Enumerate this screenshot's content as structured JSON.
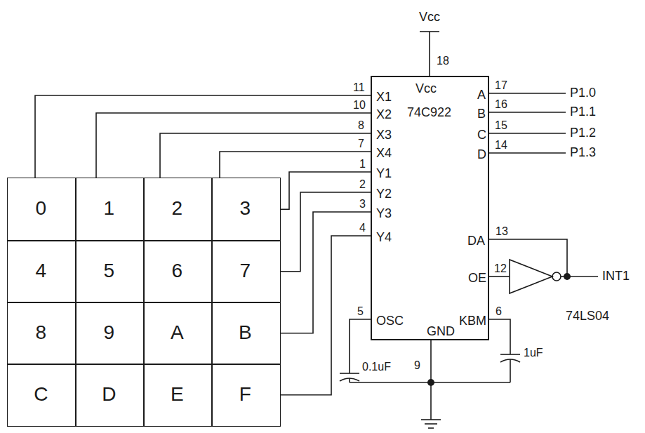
{
  "diagram": {
    "nodes": [
      {
        "text": [
          "Vcc",
          "74C922",
          "X1",
          "X2",
          "X3",
          "X4",
          "Y1",
          "Y2",
          "Y3",
          "Y4",
          "A",
          "B",
          "C",
          "D",
          "DA",
          "OE",
          "OSC",
          "GND",
          "KBM"
        ]
      },
      {
        "text": [
          "0"
        ]
      },
      {
        "text": [
          "1"
        ]
      },
      {
        "text": [
          "2"
        ]
      },
      {
        "text": [
          "3"
        ]
      },
      {
        "text": [
          "4"
        ]
      },
      {
        "text": [
          "5"
        ]
      },
      {
        "text": [
          "6"
        ]
      },
      {
        "text": [
          "7"
        ]
      },
      {
        "text": [
          "8"
        ]
      },
      {
        "text": [
          "9"
        ]
      },
      {
        "text": [
          "A"
        ]
      },
      {
        "text": [
          "B"
        ]
      },
      {
        "text": [
          "C"
        ]
      },
      {
        "text": [
          "D"
        ]
      },
      {
        "text": [
          "E"
        ]
      },
      {
        "text": [
          "F"
        ]
      }
    ],
    "edges": [
      {
        "from": 1,
        "to": 0,
        "arrow": "none"
      },
      {
        "from": 2,
        "to": 0,
        "arrow": "none"
      },
      {
        "from": 3,
        "to": 0,
        "arrow": "none"
      },
      {
        "from": 4,
        "to": 0,
        "arrow": "none"
      },
      {
        "from": 4,
        "to": 0,
        "arrow": "none"
      },
      {
        "from": 8,
        "to": 0,
        "arrow": "none"
      },
      {
        "from": 12,
        "to": 0,
        "arrow": "none"
      },
      {
        "from": 16,
        "to": 0,
        "arrow": "none"
      }
    ],
    "labels": [
      "Vcc",
      "18",
      "11",
      "10",
      "8",
      "7",
      "1",
      "2",
      "3",
      "4",
      "17",
      "16",
      "15",
      "14",
      "P1.0",
      "P1.1",
      "P1.2",
      "P1.3",
      "13",
      "12",
      "INT1",
      "74LS04",
      "5",
      "0.1uF",
      "9",
      "6",
      "1uF"
    ]
  }
}
